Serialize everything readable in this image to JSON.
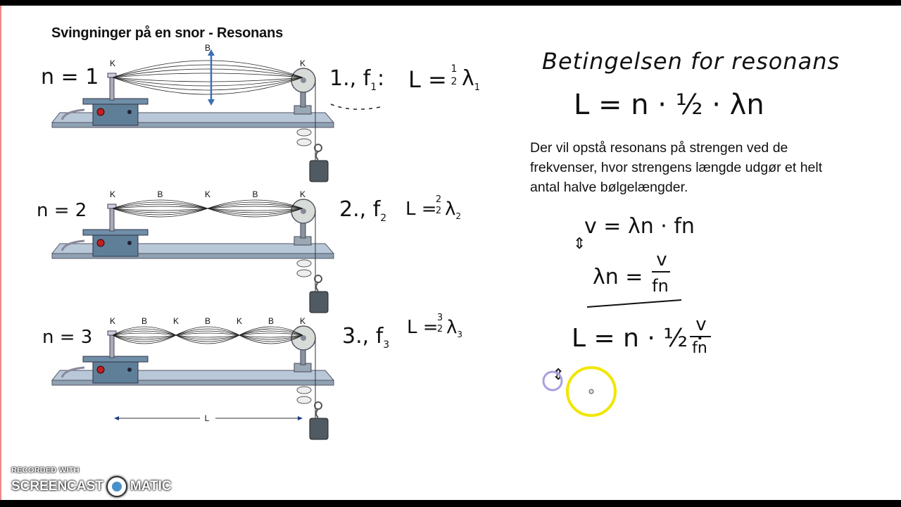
{
  "title": "Svingninger på en snor - Resonans",
  "diagram": {
    "rows": [
      {
        "n_label": "n = 1",
        "node_labels": [
          "K",
          "B",
          "K"
        ],
        "formula_left": "1., f",
        "formula_sub": "1",
        "formula_colon": ":",
        "formula_L": "L =",
        "frac_num": "1",
        "frac_den": "2",
        "lambda_sub": "1"
      },
      {
        "n_label": "n = 2",
        "node_labels": [
          "K",
          "B",
          "K",
          "B",
          "K"
        ],
        "formula_left": "2., f",
        "formula_sub": "2",
        "formula_colon": "",
        "formula_L": "L =",
        "frac_num": "2",
        "frac_den": "2",
        "lambda_sub": "2"
      },
      {
        "n_label": "n = 3",
        "node_labels": [
          "K",
          "B",
          "K",
          "B",
          "K",
          "B",
          "K"
        ],
        "formula_left": "3., f",
        "formula_sub": "3",
        "formula_colon": "",
        "formula_L": "L =",
        "frac_num": "3",
        "frac_den": "2",
        "lambda_sub": "3"
      }
    ],
    "length_label": "L"
  },
  "notes": {
    "heading": "Betingelsen for resonans",
    "eq1": "L = n · ½ · λn",
    "paragraph": "Der vil opstå resonans på strengen ved de frekvenser, hvor strengens længde udgør et helt antal halve bølgelængder.",
    "eq2": "v = λn · fn",
    "arrow_mark": "⇕",
    "eq3_left": "λn =",
    "eq3_num": "v",
    "eq3_den": "fn",
    "eq4_left": "L = n · ½ ·",
    "eq4_num": "v",
    "eq4_den": "fn",
    "eq5_mark": "⇕"
  },
  "watermark": {
    "line1": "RECORDED WITH",
    "line2a": "SCREENCAST",
    "line2b": "MATIC"
  },
  "colors": {
    "table": "#b8c8d8",
    "box": "#5f7f99",
    "weight": "#505a62",
    "pulley": "#d8dcd8",
    "cursor_ring": "#f2e600",
    "red_knob": "#c02020",
    "arrow_blue": "#3a6fb0"
  }
}
